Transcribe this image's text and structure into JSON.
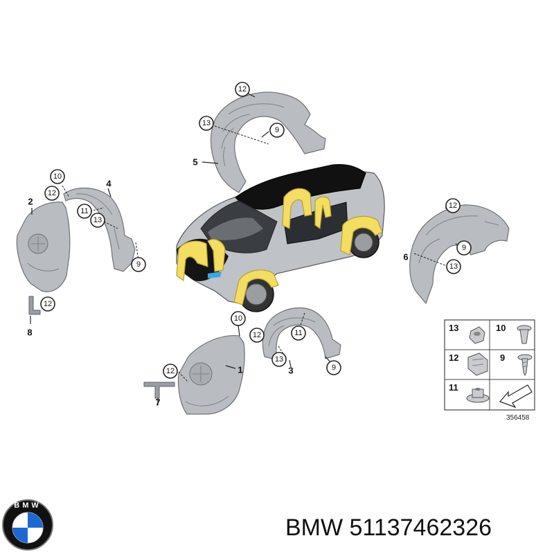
{
  "callouts": {
    "c12_top": "12",
    "c13_top": "13",
    "c9_top": "9",
    "c5": "5",
    "c10_left": "10",
    "c12_left": "12",
    "c4": "4",
    "c2": "2",
    "c11_left": "11",
    "c13_left": "13",
    "c9_left": "9",
    "c12_leftlow": "12",
    "c8": "8",
    "c12_right": "12",
    "c9_right": "9",
    "c6": "6",
    "c13_right": "13",
    "c10_bot": "10",
    "c12_bot": "12",
    "c11_bot": "11",
    "c13_bot": "13",
    "c3": "3",
    "c9_bot": "9",
    "c12_botleft": "12",
    "c1": "1",
    "c7": "7"
  },
  "legend": {
    "items": [
      {
        "number": "13",
        "icon": "nut-icon"
      },
      {
        "number": "10",
        "icon": "expanding-rivet-icon"
      },
      {
        "number": "12",
        "icon": "clip-nut-icon"
      },
      {
        "number": "9",
        "icon": "screw-icon"
      },
      {
        "number": "11",
        "icon": "flange-nut-icon"
      },
      {
        "number": "",
        "icon": "direction-arrow-icon"
      }
    ],
    "ref_number": "356458"
  },
  "branding": {
    "logo_text": "BMW",
    "caption": "BMW 51137462326"
  }
}
